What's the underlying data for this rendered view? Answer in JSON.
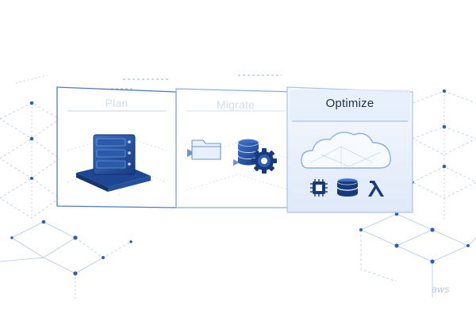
{
  "diagram": {
    "stages": [
      {
        "id": "plan",
        "title": "Plan"
      },
      {
        "id": "migrate",
        "title": "Migrate"
      },
      {
        "id": "optimize",
        "title": "Optimize"
      }
    ],
    "watermark": "aws"
  },
  "colors": {
    "accent": "#2f5fb3",
    "accent_dark": "#173b7a",
    "line": "#9db6dc",
    "panel_fill": "#eef4fc",
    "faded_text": "#d2def0",
    "title_text": "#1d2f4d"
  },
  "icons": {
    "plan": "server-rack-icon",
    "migrate": [
      "folder-icon",
      "database-icon",
      "gear-icon"
    ],
    "optimize": [
      "cloud-icon",
      "chip-icon",
      "database-icon",
      "lambda-icon"
    ]
  }
}
